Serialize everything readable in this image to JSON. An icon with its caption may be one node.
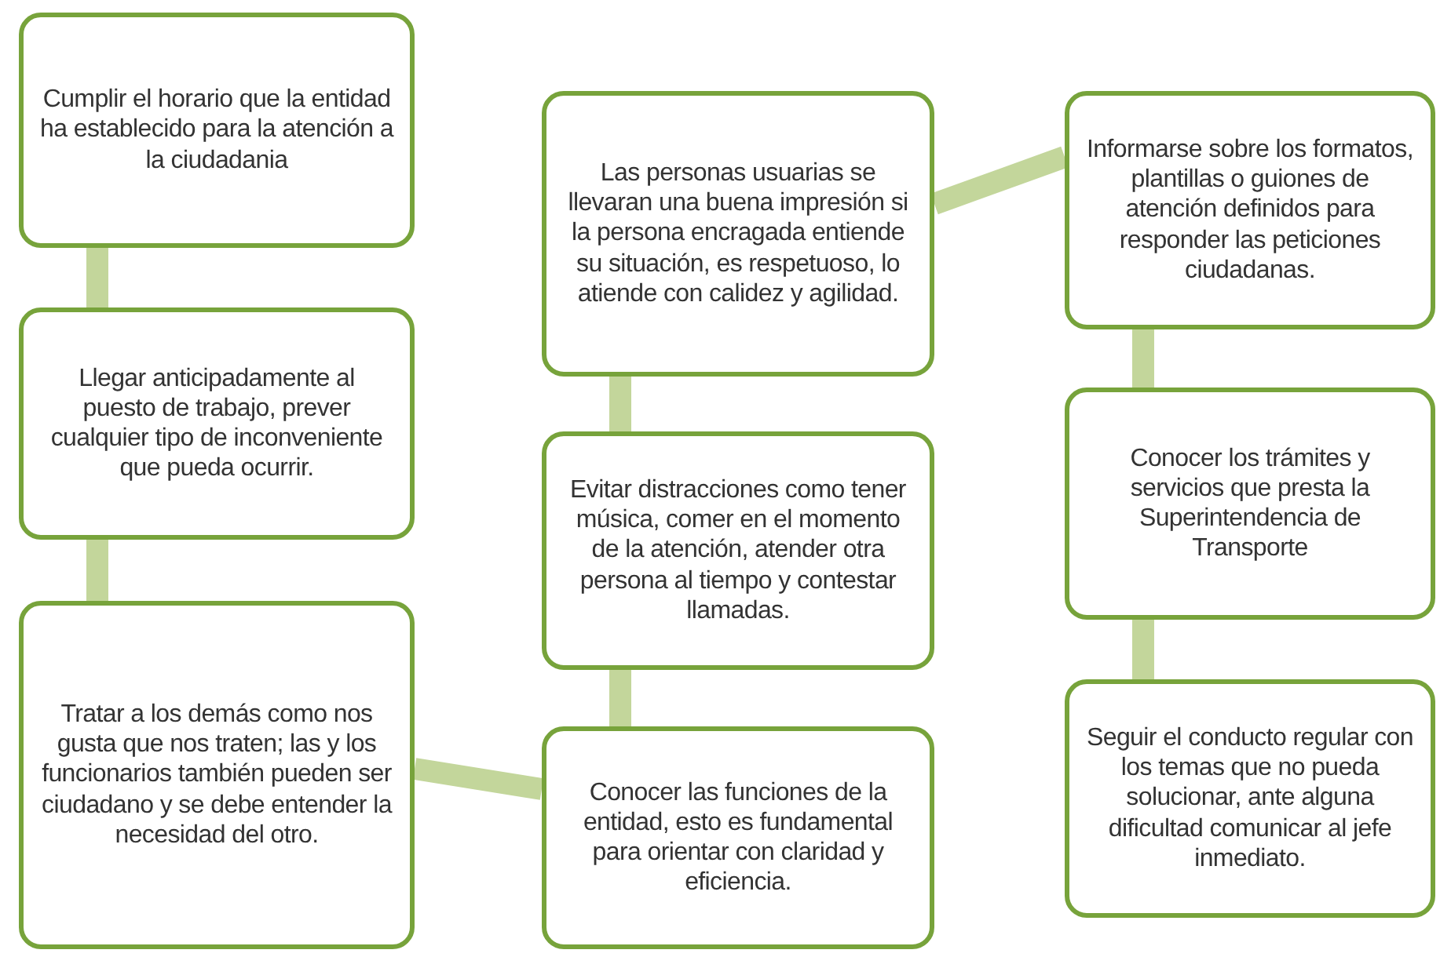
{
  "diagram": {
    "nodes": [
      {
        "text": [
          "Cumplir el horario que la entidad ha establecido para la atención a la ciudadania"
        ]
      },
      {
        "text": [
          "Llegar anticipadamente al puesto de trabajo, prever cualquier tipo de inconveniente que pueda ocurrir."
        ]
      },
      {
        "text": [
          "Tratar a los demás como nos gusta que nos traten; las y los funcionarios también pueden ser ciudadano y se debe entender la necesidad del otro."
        ]
      },
      {
        "text": [
          "Conocer las funciones de la entidad, esto es fundamental para orientar con claridad y eficiencia."
        ]
      },
      {
        "text": [
          "Evitar distracciones como tener música, comer en el momento de la atención, atender otra persona al tiempo y contestar llamadas."
        ]
      },
      {
        "text": [
          "Las personas usuarias se llevaran una buena impresión si la persona encragada entiende su situación, es respetuoso, lo atiende con calidez y agilidad."
        ]
      },
      {
        "text": [
          "Informarse sobre los formatos, plantillas o guiones de atención definidos para responder las peticiones ciudadanas."
        ]
      },
      {
        "text": [
          "Conocer los trámites y servicios que presta la Superintendencia de Transporte"
        ]
      },
      {
        "text": [
          "Seguir el conducto regular con los temas que no pueda solucionar, ante alguna dificultad comunicar al jefe inmediato."
        ]
      }
    ],
    "edges": [
      {
        "from": 0,
        "to": 1,
        "arrow": "none"
      },
      {
        "from": 1,
        "to": 2,
        "arrow": "none"
      },
      {
        "from": 2,
        "to": 3,
        "arrow": "none"
      },
      {
        "from": 3,
        "to": 4,
        "arrow": "none"
      },
      {
        "from": 4,
        "to": 5,
        "arrow": "none"
      },
      {
        "from": 5,
        "to": 6,
        "arrow": "none"
      },
      {
        "from": 6,
        "to": 7,
        "arrow": "none"
      },
      {
        "from": 7,
        "to": 8,
        "arrow": "none"
      }
    ]
  }
}
